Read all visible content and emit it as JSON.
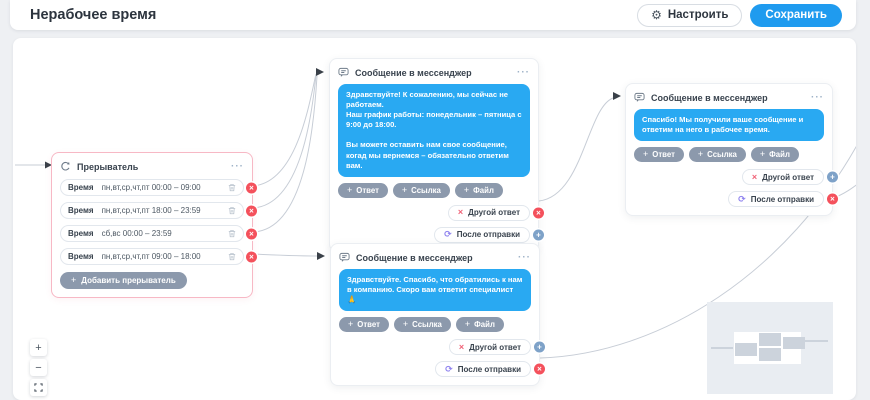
{
  "header": {
    "title": "Нерабочее время",
    "configure_label": "Настроить",
    "save_label": "Сохранить"
  },
  "icons": {
    "gear": "⚙",
    "menu_dots": "···",
    "plus": "+",
    "close": "×",
    "refresh": "⟳",
    "zoom_in": "+",
    "zoom_out": "−"
  },
  "interrupter": {
    "title": "Прерыватель",
    "rows": [
      {
        "label": "Время",
        "value": "пн,вт,ср,чт,пт 00:00 – 09:00"
      },
      {
        "label": "Время",
        "value": "пн,вт,ср,чт,пт 18:00 – 23:59"
      },
      {
        "label": "Время",
        "value": "сб,вс 00:00 – 23:59"
      },
      {
        "label": "Время",
        "value": "пн,вт,ср,чт,пт 09:00 – 18:00"
      }
    ],
    "add_label": "Добавить прерыватель"
  },
  "messages": [
    {
      "title": "Сообщение в мессенджер",
      "text": "Здравствуйте! К сожалению, мы сейчас не работаем.\nНаш график работы: понедельник – пятница с 9:00 до 18:00.\n\nВы можете оставить нам свое сообщение, когад мы вернемся – обязательно ответим вам.",
      "actions": [
        "Ответ",
        "Ссылка",
        "Файл"
      ],
      "other_label": "Другой ответ",
      "after_label": "После отправки",
      "other_port": {
        "class": "port red",
        "glyph": "×"
      },
      "after_port": {
        "class": "port blue",
        "glyph": "+"
      }
    },
    {
      "title": "Сообщение в мессенджер",
      "text": "Здравствуйте. Спасибо, что обратились к нам в компанию. Скоро вам ответит специалист 🙏",
      "actions": [
        "Ответ",
        "Ссылка",
        "Файл"
      ],
      "other_label": "Другой ответ",
      "after_label": "После отправки",
      "other_port": {
        "class": "port blue",
        "glyph": "+"
      },
      "after_port": {
        "class": "port red",
        "glyph": "×"
      }
    },
    {
      "title": "Сообщение в мессенджер",
      "text": "Спасибо! Мы получили ваше сообщение и ответим на него в рабочее время.",
      "actions": [
        "Ответ",
        "Ссылка",
        "Файл"
      ],
      "other_label": "Другой ответ",
      "after_label": "После отправки",
      "other_port": {
        "class": "port blue",
        "glyph": "+"
      },
      "after_port": {
        "class": "port red",
        "glyph": "×"
      }
    }
  ],
  "colors": {
    "primary": "#1f9bef",
    "bubble_blue": "#29a9f2",
    "port_red": "#f4515c",
    "port_blue": "#7ea2c8",
    "interrupter_border": "#f7b8c5",
    "edge": "#c7cdd6"
  }
}
